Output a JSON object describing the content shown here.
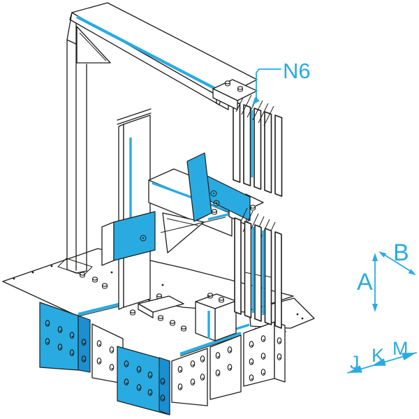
{
  "drawing": {
    "part_label": "N6",
    "axis_labels": {
      "vertical": "A",
      "diagonal": "B"
    },
    "direction_labels": {
      "j": "J",
      "k": "K",
      "m": "M"
    }
  },
  "colors": {
    "accent": "#29ABE2",
    "accent-dark": "#1B8FD0",
    "line": "#1D1D1B",
    "background": "#FFFFFF"
  }
}
